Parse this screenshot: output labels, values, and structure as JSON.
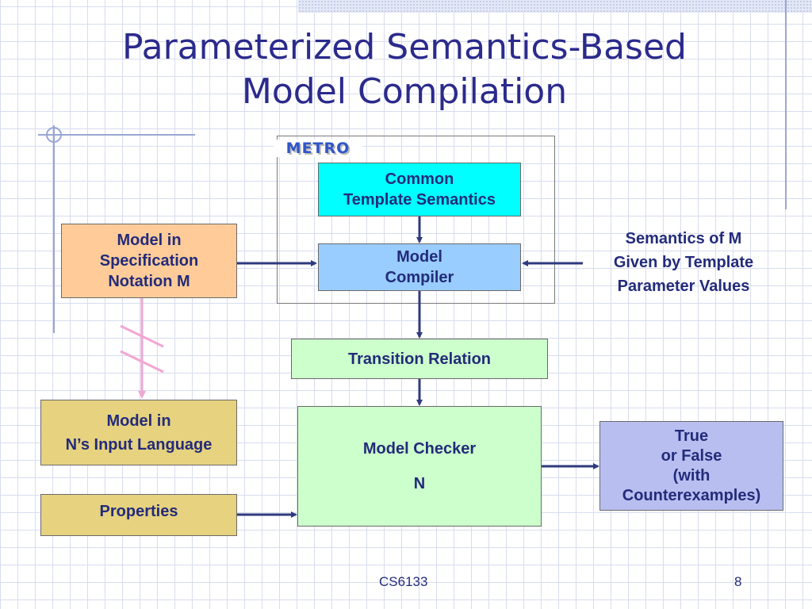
{
  "slide": {
    "title_lines": [
      "Parameterized Semantics-Based",
      "Model Compilation"
    ],
    "logo_text": "METRO",
    "footer_course": "CS6133",
    "slide_number": "8"
  },
  "nodes": {
    "common_template": [
      "Common",
      "Template Semantics"
    ],
    "model_compiler": [
      "Model",
      "Compiler"
    ],
    "model_spec": [
      "Model in",
      "Specification",
      "Notation M"
    ],
    "semantics_label": [
      "Semantics of M",
      "Given by Template",
      "Parameter Values"
    ],
    "transition_relation": [
      "Transition Relation"
    ],
    "model_input": [
      "Model in",
      "N’s Input Language"
    ],
    "properties": [
      "Properties"
    ],
    "model_checker": [
      "Model Checker",
      "N"
    ],
    "result": [
      "True",
      "or False",
      "(with",
      "Counterexamples)"
    ]
  },
  "colors": {
    "title": "#2b2a8c",
    "text": "#232b7a",
    "arrow": "#2f3a7e",
    "pink_arrow": "#f2a6d2",
    "cyan": "#00ffff",
    "light_blue": "#99ccff",
    "orange": "#ffcc99",
    "light_green": "#ccffcc",
    "yellow": "#e6d27f",
    "lavender": "#b8bff0"
  }
}
